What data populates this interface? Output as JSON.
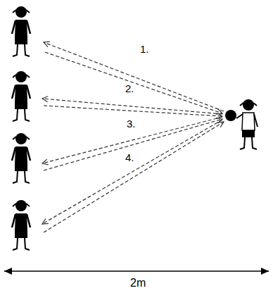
{
  "diagram": {
    "labels": [
      "1.",
      "2.",
      "3.",
      "4.",
      "2m"
    ]
  }
}
